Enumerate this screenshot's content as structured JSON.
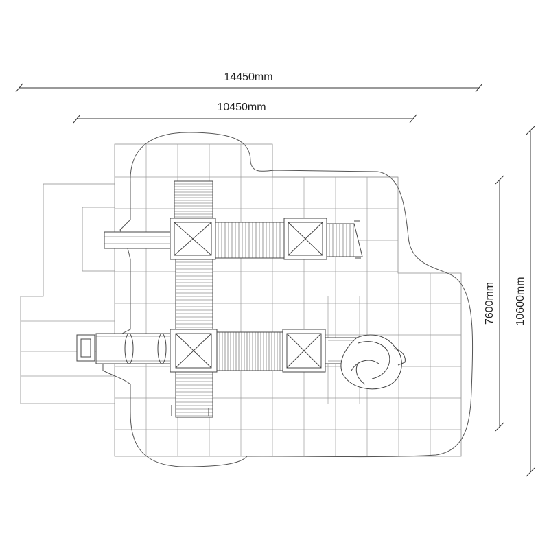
{
  "dimensions": {
    "overall_width": "14450mm",
    "inner_width": "10450mm",
    "inner_depth": "7600mm",
    "overall_depth": "10600mm"
  },
  "colors": {
    "line": "#444444",
    "grid": "#9a9a9a",
    "text": "#222222"
  }
}
